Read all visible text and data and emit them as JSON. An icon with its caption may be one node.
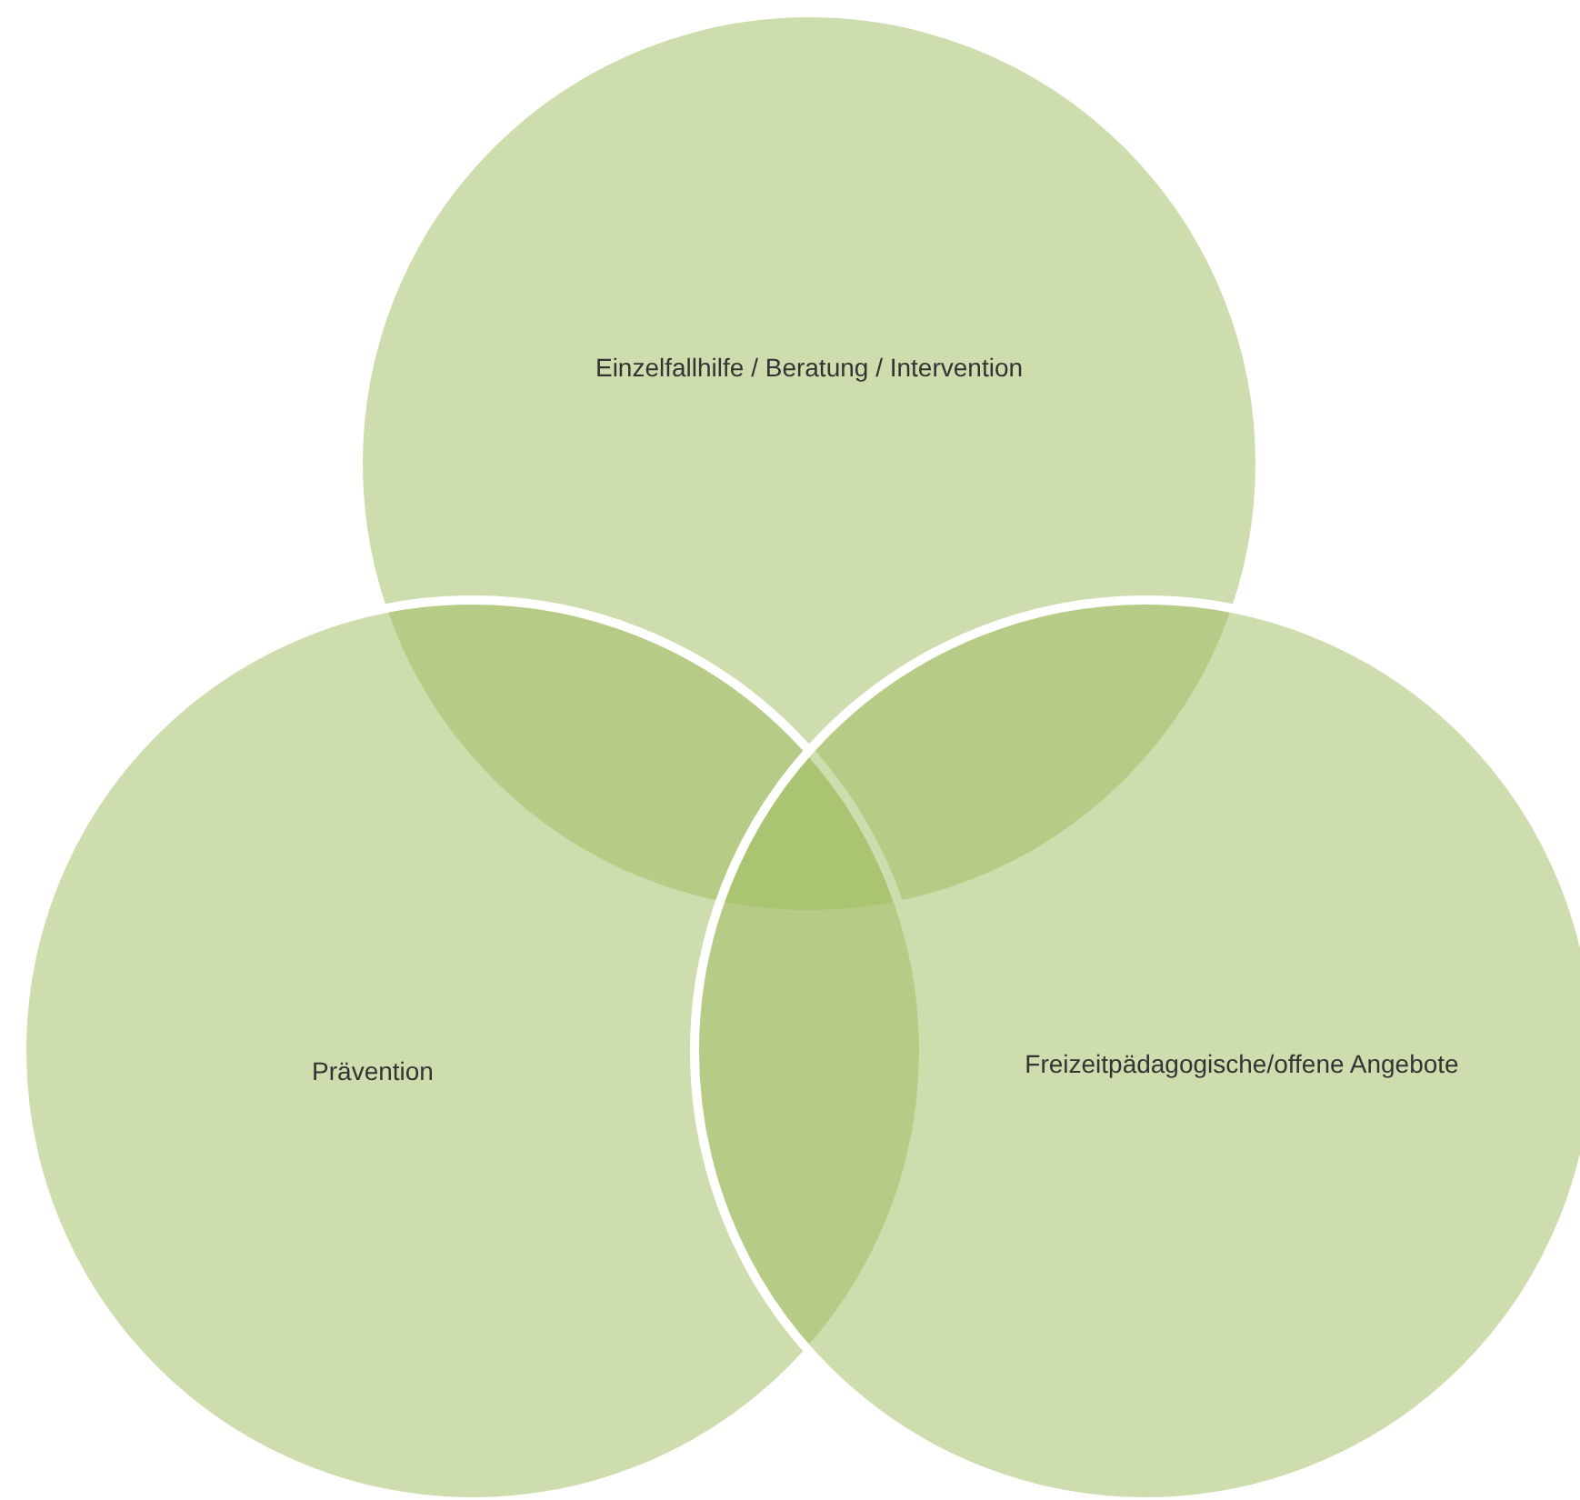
{
  "diagram": {
    "nodes": [
      {
        "text": [
          "Einzelfallhilfe / Beratung / Intervention"
        ]
      },
      {
        "text": [
          "Prävention"
        ]
      },
      {
        "text": [
          "Freizeitpädagogische/offene Angebote"
        ]
      }
    ]
  }
}
